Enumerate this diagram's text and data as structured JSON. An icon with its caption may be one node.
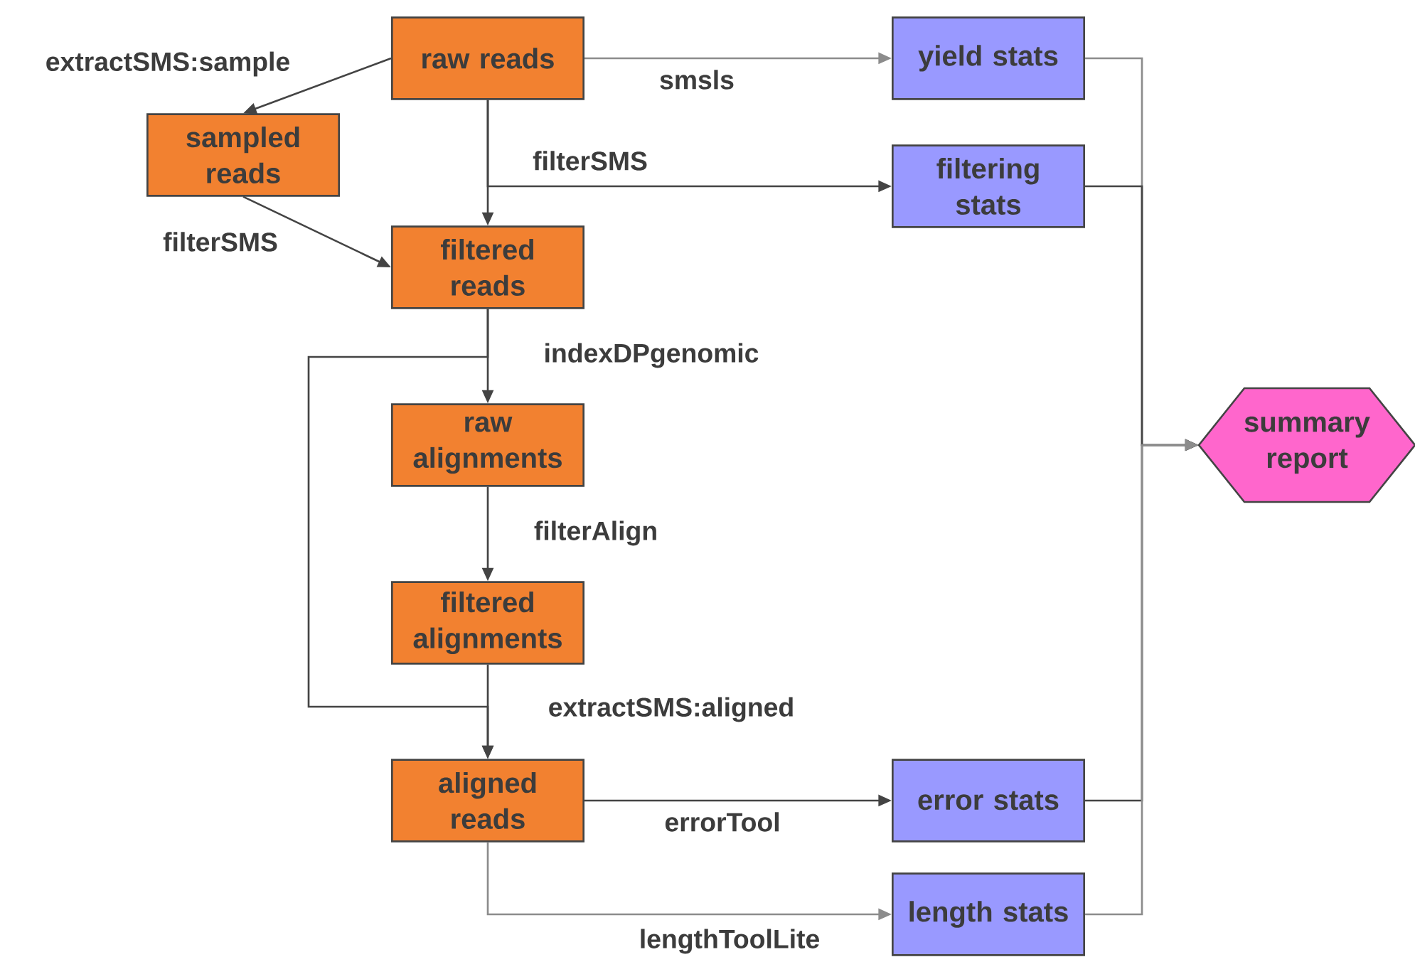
{
  "diagram": {
    "nodes": [
      {
        "text": [
          "raw reads"
        ]
      },
      {
        "text": [
          "sampled reads"
        ]
      },
      {
        "text": [
          "yield stats"
        ]
      },
      {
        "text": [
          "filtering stats"
        ]
      },
      {
        "text": [
          "filtered reads"
        ]
      },
      {
        "text": [
          "raw alignments"
        ]
      },
      {
        "text": [
          "filtered alignments"
        ]
      },
      {
        "text": [
          "aligned reads"
        ]
      },
      {
        "text": [
          "error stats"
        ]
      },
      {
        "text": [
          "length stats"
        ]
      },
      {
        "text": [
          "summary report"
        ]
      }
    ],
    "edges": [
      {
        "from": 0,
        "to": 1,
        "arrow": "to",
        "label": "extractSMS:sample"
      },
      {
        "from": 1,
        "to": 4,
        "arrow": "to",
        "label": "filterSMS"
      },
      {
        "from": 0,
        "to": 2,
        "arrow": "to",
        "label": "smsls",
        "color": "#8c8c8c"
      },
      {
        "from": 0,
        "to": 4,
        "arrow": "to"
      },
      {
        "from": 0,
        "to": 3,
        "arrow": "to",
        "label": "filterSMS"
      },
      {
        "from": 4,
        "to": 5,
        "arrow": "to",
        "label": "indexDPgenomic"
      },
      {
        "from": 4,
        "to": 7,
        "arrow": "to"
      },
      {
        "from": 5,
        "to": 6,
        "arrow": "to",
        "label": "filterAlign"
      },
      {
        "from": 6,
        "to": 7,
        "arrow": "to",
        "label": "extractSMS:aligned"
      },
      {
        "from": 7,
        "to": 8,
        "arrow": "to",
        "label": "errorTool"
      },
      {
        "from": 7,
        "to": 9,
        "arrow": "to",
        "label": "lengthToolLite",
        "color": "#8c8c8c"
      },
      {
        "from": 2,
        "to": 10,
        "arrow": "to",
        "color": "#8c8c8c"
      },
      {
        "from": 3,
        "to": 10,
        "arrow": "to"
      },
      {
        "from": 8,
        "to": 10,
        "arrow": "to"
      },
      {
        "from": 9,
        "to": 10,
        "arrow": "to",
        "color": "#8c8c8c"
      }
    ]
  }
}
